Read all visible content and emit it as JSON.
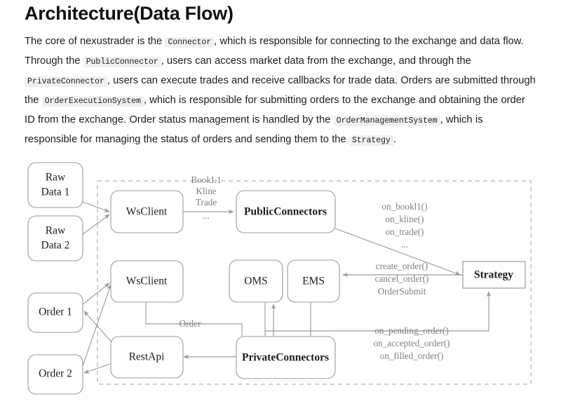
{
  "page": {
    "title": "Architecture(Data Flow)"
  },
  "paragraph": {
    "t1": "The core of nexustrader is the ",
    "c1": "Connector",
    "t2": ", which is responsible for connecting to the exchange and data flow. Through the ",
    "c2": "PublicConnector",
    "t3": ", users can access market data from the exchange, and through the ",
    "c3": "PrivateConnector",
    "t4": ", users can execute trades and receive callbacks for trade data. Orders are submitted through the ",
    "c4": "OrderExecutionSystem",
    "t5": ", which is responsible for submitting orders to the exchange and obtaining the order ID from the exchange. Order status management is handled by the ",
    "c5": "OrderManagementSystem",
    "t6": ", which is responsible for managing the status of orders and sending them to the ",
    "c6": "Strategy",
    "t7": "."
  },
  "diagram": {
    "nodes": {
      "raw_data_1_line1": "Raw",
      "raw_data_1_line2": "Data 1",
      "raw_data_2_line1": "Raw",
      "raw_data_2_line2": "Data 2",
      "order_1": "Order 1",
      "order_2": "Order 2",
      "ws_client_top": "WsClient",
      "ws_client_bottom": "WsClient",
      "rest_api": "RestApi",
      "public_connectors": "PublicConnectors",
      "private_connectors": "PrivateConnectors",
      "oms": "OMS",
      "ems": "EMS",
      "strategy": "Strategy"
    },
    "edge_labels": {
      "market_data": [
        "BookL1",
        "Kline",
        "Trade",
        "..."
      ],
      "market_callbacks": [
        "on_bookl1()",
        "on_kline()",
        "on_trade()",
        "..."
      ],
      "order_commands": [
        "create_order()",
        "cancel_order()",
        "OrderSubmit"
      ],
      "order_callbacks": [
        "on_pending_order()",
        "on_accepted_order()",
        "on_filled_order()"
      ],
      "order": "Order"
    },
    "colors": {
      "box_stroke": "#9a9a9a",
      "connector_stroke": "#9b9b9b",
      "container_stroke": "#b5b5b5",
      "label_text": "#808080",
      "node_text": "#1d1d1d",
      "background": "#ffffff"
    }
  }
}
